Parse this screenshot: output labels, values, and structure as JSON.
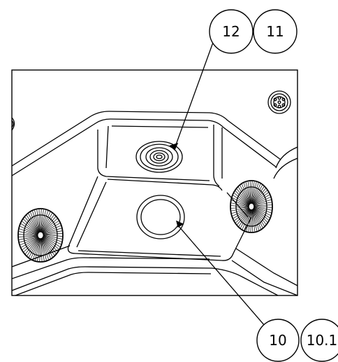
{
  "callouts": {
    "top_left": "12",
    "top_right": "11",
    "bottom_left": "10",
    "bottom_right": "10.1"
  },
  "colors": {
    "line": "#000000",
    "background": "#ffffff"
  }
}
